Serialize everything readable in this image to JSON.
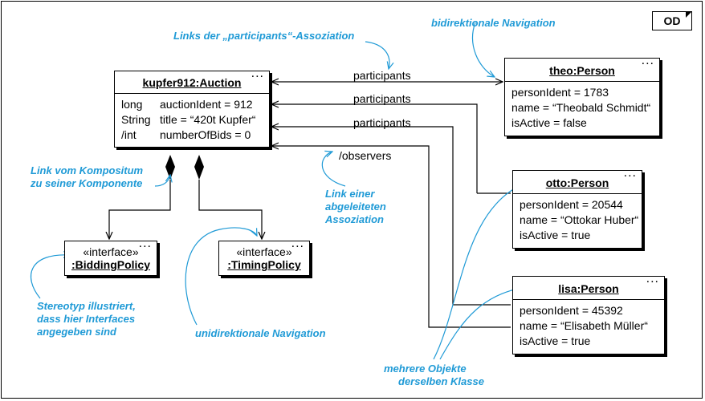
{
  "diagram_type": "OD",
  "auction": {
    "name": "kupfer912:Auction",
    "attributes": [
      {
        "type": "long",
        "text": "auctionIdent = 912"
      },
      {
        "type": "String",
        "text": "title = “420t Kupfer“"
      },
      {
        "type": "/int",
        "text": "numberOfBids = 0"
      }
    ]
  },
  "theo": {
    "name": "theo:Person",
    "attributes": [
      "personIdent = 1783",
      "name = “Theobald Schmidt“",
      "isActive = false"
    ]
  },
  "otto": {
    "name": "otto:Person",
    "attributes": [
      "personIdent = 20544",
      "name = “Ottokar Huber“",
      "isActive = true"
    ]
  },
  "lisa": {
    "name": "lisa:Person",
    "attributes": [
      "personIdent = 45392",
      "name = “Elisabeth Müller“",
      "isActive = true"
    ]
  },
  "bidding": {
    "stereotype": "«interface»",
    "name": ":BiddingPolicy"
  },
  "timing": {
    "stereotype": "«interface»",
    "name": ":TimingPolicy"
  },
  "ellipsis": "...",
  "links": {
    "participants": "participants",
    "observers": "/observers"
  },
  "notes": {
    "links_participants": "Links der „participants“-Assoziation",
    "bidirectional": "bidirektionale Navigation",
    "composite": [
      "Link vom Kompositum",
      "zu seiner Komponente"
    ],
    "derived": [
      "Link einer",
      "abgeleiteten",
      "Assoziation"
    ],
    "stereotype": [
      "Stereotyp illustriert,",
      "dass hier Interfaces",
      "angegeben sind"
    ],
    "unidirectional": "unidirektionale Navigation",
    "multiple": [
      "mehrere Objekte",
      "derselben Klasse"
    ]
  },
  "colors": {
    "note": "#1f9ad6",
    "line": "#000000"
  }
}
